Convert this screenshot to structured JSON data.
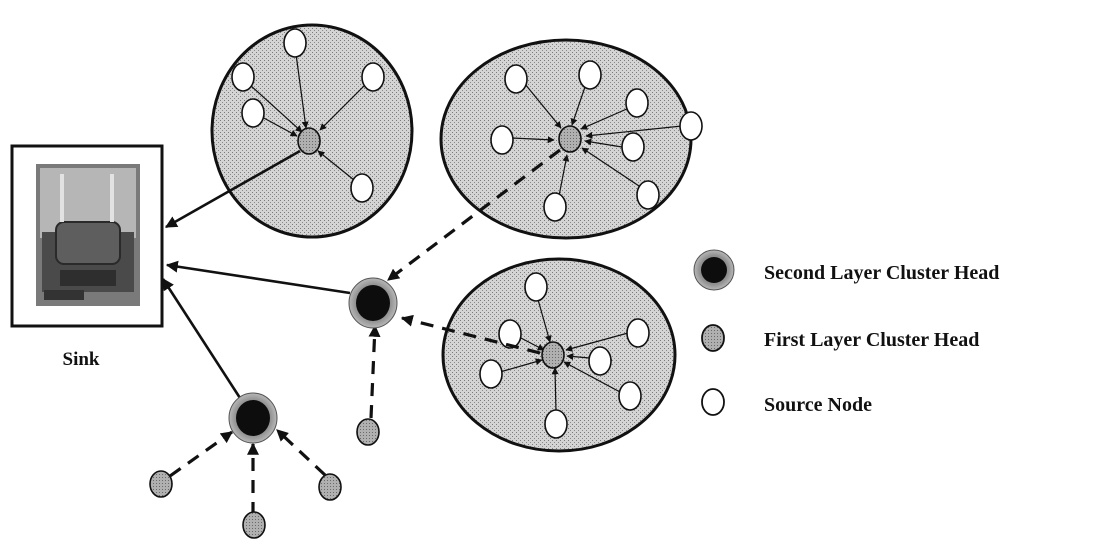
{
  "sink": {
    "label": "Sink"
  },
  "legend": {
    "second_layer": "Second Layer Cluster Head",
    "first_layer": "First Layer Cluster Head",
    "source": "Source Node"
  },
  "colors": {
    "second_layer_fill": "#111111",
    "second_layer_ring": "#9a9a9a",
    "first_layer_fill": "#a8a8a8",
    "source_fill": "#ffffff",
    "cluster_fill": "#cfcfcf",
    "stroke": "#111111"
  },
  "icons": {
    "sink": "base-station-photo",
    "second_layer": "black-disk-gray-ring",
    "first_layer": "gray-disk",
    "source": "white-disk"
  }
}
